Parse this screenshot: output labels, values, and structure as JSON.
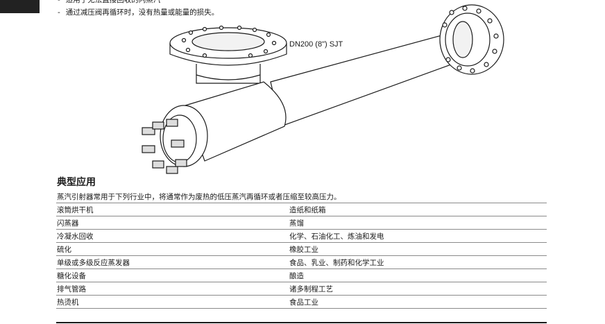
{
  "bullets": [
    {
      "dash": "-",
      "text": "适用于无法直接回收的闪蒸汽"
    },
    {
      "dash": "-",
      "text": "通过减压阀再循环时，没有热量或能量的损失。"
    }
  ],
  "diagram": {
    "callout": "DN200 (8\")  SJT"
  },
  "section": {
    "title": "典型应用",
    "intro": "蒸汽引射器常用于下列行业中，将通常作为废热的低压蒸汽再循环或者压缩至较高压力。",
    "rows": [
      {
        "left": "滚筒烘干机",
        "right": "造纸和纸箱"
      },
      {
        "left": "闪蒸器",
        "right": "蒸馏"
      },
      {
        "left": "冷凝水回收",
        "right": "化学、石油化工、炼油和发电"
      },
      {
        "left": "硫化",
        "right": "橡胶工业"
      },
      {
        "left": "单级或多级反应蒸发器",
        "right": "食品、乳业、制药和化学工业"
      },
      {
        "left": "糖化设备",
        "right": "酿造"
      },
      {
        "left": "排气管路",
        "right": "诸多制程工艺"
      },
      {
        "left": "热烫机",
        "right": "食品工业"
      }
    ]
  }
}
